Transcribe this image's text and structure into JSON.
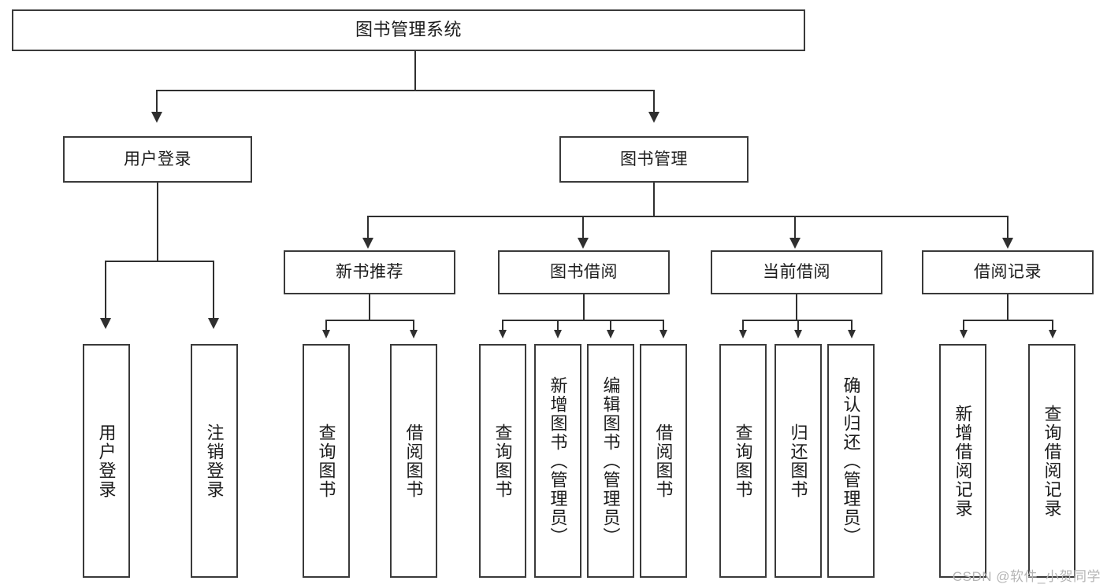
{
  "diagram": {
    "title": "图书管理系统",
    "root": {
      "label": "图书管理系统"
    },
    "level2": [
      {
        "label": "用户登录"
      },
      {
        "label": "图书管理"
      }
    ],
    "level3": [
      {
        "label": "新书推荐"
      },
      {
        "label": "图书借阅"
      },
      {
        "label": "当前借阅"
      },
      {
        "label": "借阅记录"
      }
    ],
    "leaves": {
      "user_login": [
        {
          "label": "用户登录"
        },
        {
          "label": "注销登录"
        }
      ],
      "new_book": [
        {
          "label": "查询图书"
        },
        {
          "label": "借阅图书"
        }
      ],
      "borrow_book": [
        {
          "label": "查询图书"
        },
        {
          "label": "新增图书（管理员）"
        },
        {
          "label": "编辑图书（管理员）"
        },
        {
          "label": "借阅图书"
        }
      ],
      "current_borrow": [
        {
          "label": "查询图书"
        },
        {
          "label": "归还图书"
        },
        {
          "label": "确认归还（管理员）"
        }
      ],
      "borrow_record": [
        {
          "label": "新增借阅记录"
        },
        {
          "label": "查询借阅记录"
        }
      ]
    }
  },
  "watermark": {
    "text": "CSDN @软件_小贺同学"
  },
  "colors": {
    "border": "#3a3a3a",
    "line": "#2f2f2f",
    "text": "#1c1c1c",
    "background": "#ffffff",
    "watermark": "#b4b4b4"
  }
}
